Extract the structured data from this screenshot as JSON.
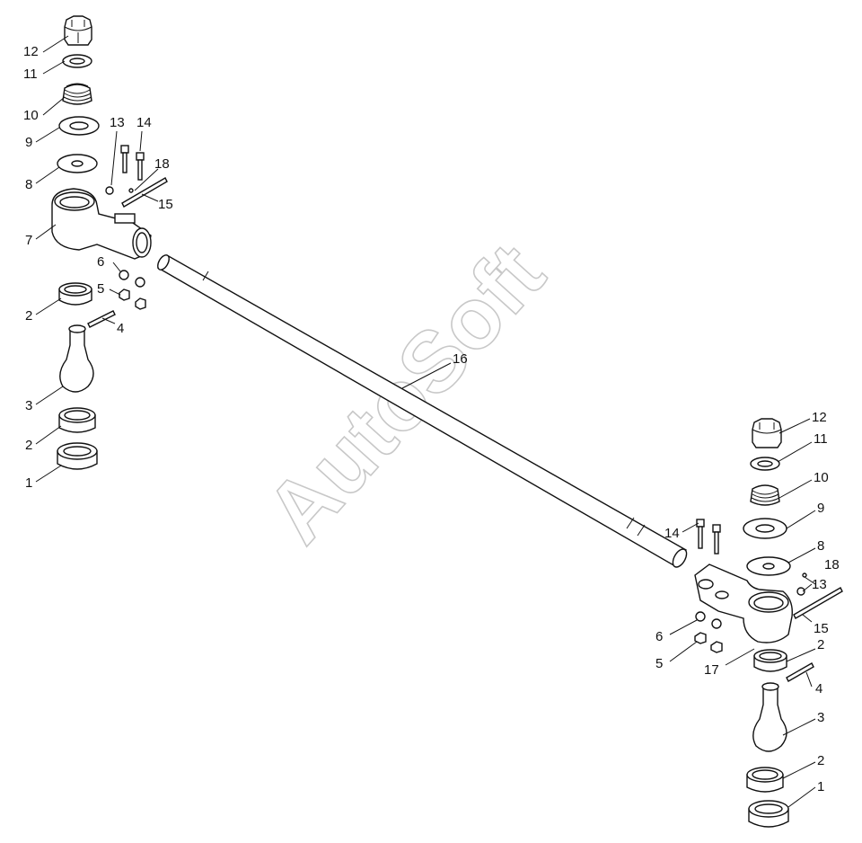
{
  "watermark": "AutoSoft",
  "labels": {
    "l1a": "1",
    "l2a": "2",
    "l2b": "2",
    "l3a": "3",
    "l4a": "4",
    "l5a": "5",
    "l6a": "6",
    "l7": "7",
    "l8a": "8",
    "l9a": "9",
    "l10a": "10",
    "l11a": "11",
    "l12a": "12",
    "l13a": "13",
    "l14a": "14",
    "l15a": "15",
    "l18a": "18",
    "l16": "16",
    "r12": "12",
    "r11": "11",
    "r10": "10",
    "r9": "9",
    "r8": "8",
    "r18": "18",
    "r14": "14",
    "r13": "13",
    "r15": "15",
    "r6": "6",
    "r5": "5",
    "r17": "17",
    "r2a": "2",
    "r4": "4",
    "r3": "3",
    "r2b": "2",
    "r1": "1"
  }
}
